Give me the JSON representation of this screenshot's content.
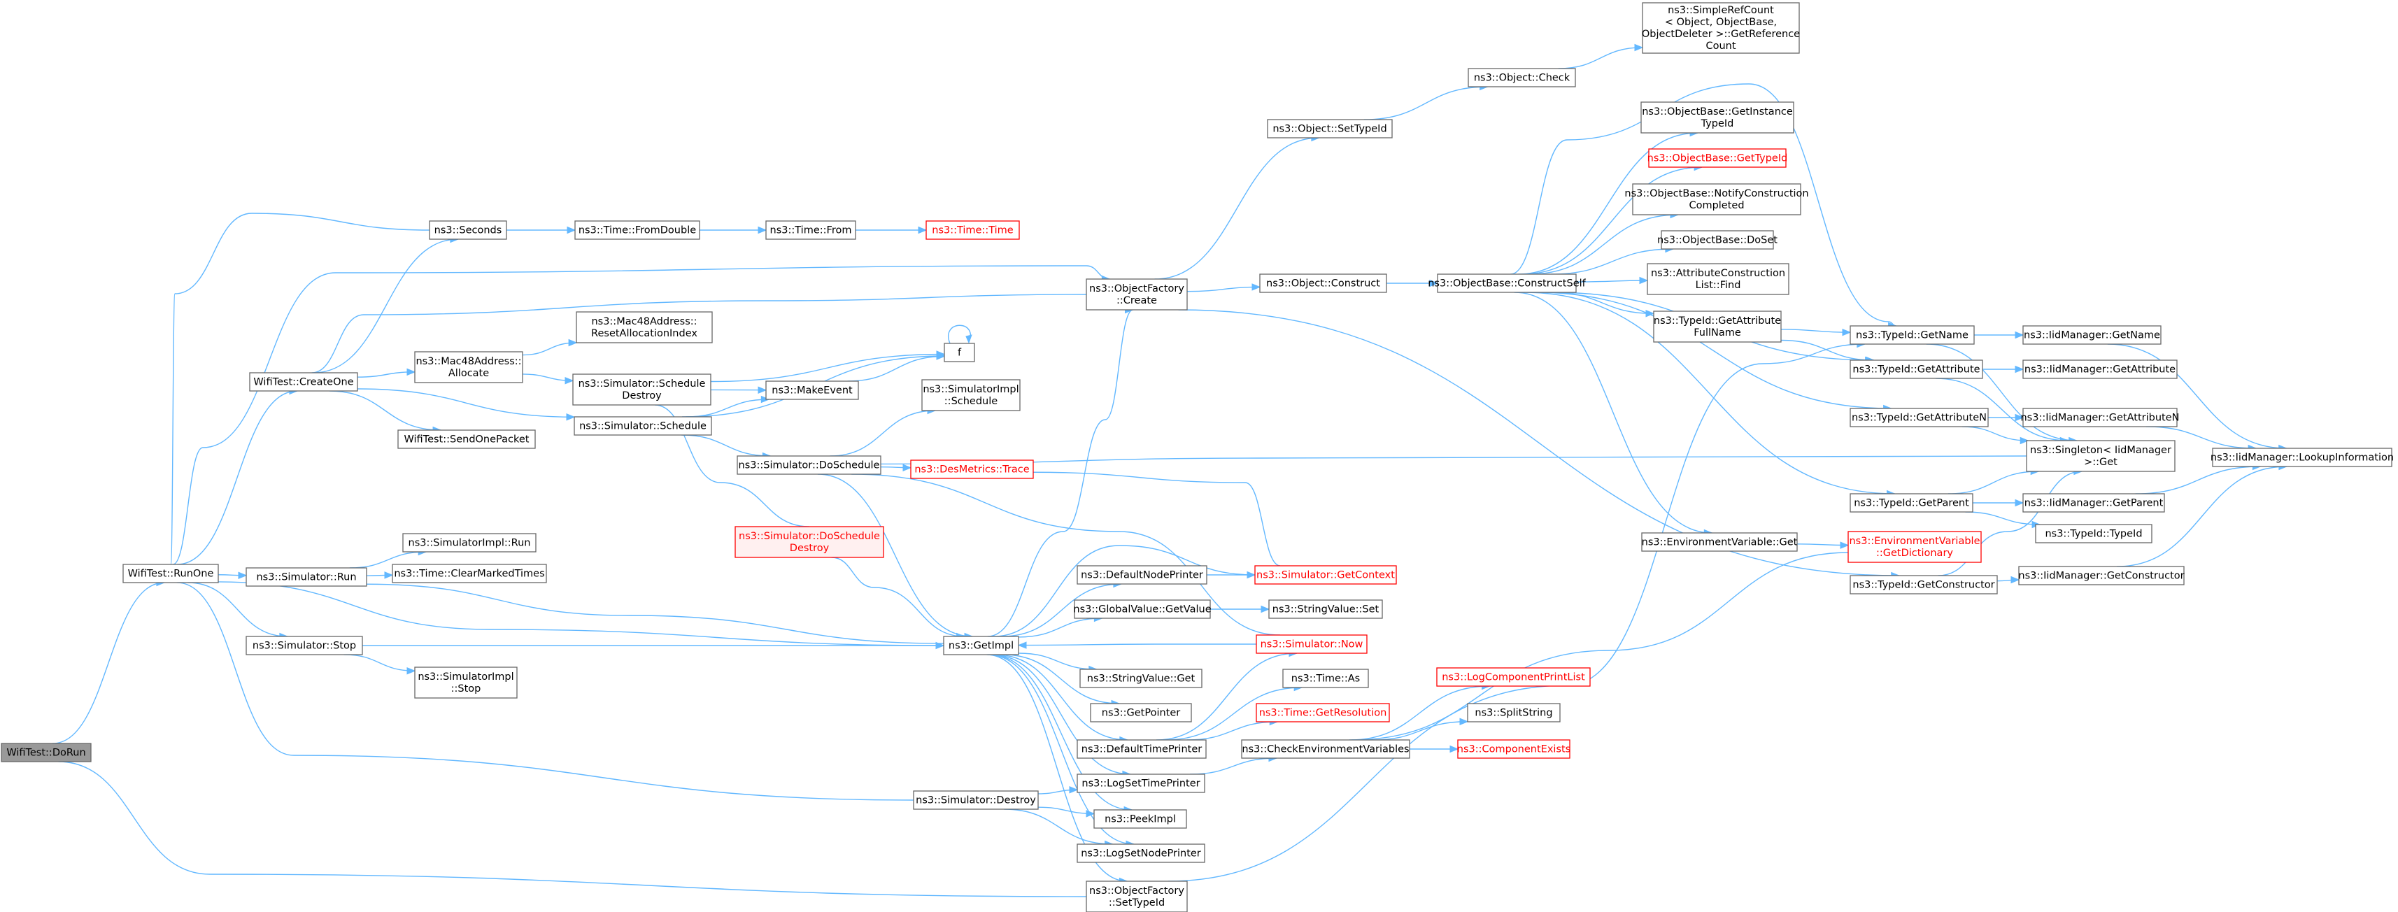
{
  "diagram": {
    "type": "call-graph",
    "colors": {
      "edge": "#63b8ff",
      "node_border": "#666666",
      "root_fill": "#999999",
      "incomplete_text": "#ff0000"
    },
    "nodes": [
      {
        "id": "dorun",
        "lines": [
          "WifiTest::DoRun"
        ],
        "style": "root"
      },
      {
        "id": "runone",
        "lines": [
          "WifiTest::RunOne"
        ]
      },
      {
        "id": "createone",
        "lines": [
          "WifiTest::CreateOne"
        ]
      },
      {
        "id": "seconds",
        "lines": [
          "ns3::Seconds"
        ]
      },
      {
        "id": "fromdouble",
        "lines": [
          "ns3::Time::FromDouble"
        ]
      },
      {
        "id": "timefrom",
        "lines": [
          "ns3::Time::From"
        ]
      },
      {
        "id": "timetime",
        "lines": [
          "ns3::Time::Time"
        ],
        "style": "red"
      },
      {
        "id": "objfactcreate",
        "lines": [
          "ns3::ObjectFactory",
          "::Create"
        ]
      },
      {
        "id": "objsettypeid",
        "lines": [
          "ns3::Object::SetTypeId"
        ]
      },
      {
        "id": "objcheck",
        "lines": [
          "ns3::Object::Check"
        ]
      },
      {
        "id": "simplerefcount",
        "lines": [
          "ns3::SimpleRefCount",
          "< Object, ObjectBase,",
          "ObjectDeleter >::GetReference",
          "Count"
        ]
      },
      {
        "id": "objconstruct",
        "lines": [
          "ns3::Object::Construct"
        ]
      },
      {
        "id": "constructself",
        "lines": [
          "ns3::ObjectBase::ConstructSelf"
        ]
      },
      {
        "id": "getinstancetypeid",
        "lines": [
          "ns3::ObjectBase::GetInstance",
          "TypeId"
        ]
      },
      {
        "id": "obgettypeid",
        "lines": [
          "ns3::ObjectBase::GetTypeId"
        ],
        "style": "red"
      },
      {
        "id": "notifyconstruction",
        "lines": [
          "ns3::ObjectBase::NotifyConstruction",
          "Completed"
        ]
      },
      {
        "id": "doset",
        "lines": [
          "ns3::ObjectBase::DoSet"
        ]
      },
      {
        "id": "attrconstructfind",
        "lines": [
          "ns3::AttributeConstruction",
          "List::Find"
        ]
      },
      {
        "id": "getattrfullname",
        "lines": [
          "ns3::TypeId::GetAttribute",
          "FullName"
        ]
      },
      {
        "id": "typeidgetname",
        "lines": [
          "ns3::TypeId::GetName"
        ]
      },
      {
        "id": "iidgetname",
        "lines": [
          "ns3::IidManager::GetName"
        ]
      },
      {
        "id": "typeidgetattribute",
        "lines": [
          "ns3::TypeId::GetAttribute"
        ]
      },
      {
        "id": "iidgetattribute",
        "lines": [
          "ns3::IidManager::GetAttribute"
        ]
      },
      {
        "id": "typeidgetattributen",
        "lines": [
          "ns3::TypeId::GetAttributeN"
        ]
      },
      {
        "id": "iidgetattributen",
        "lines": [
          "ns3::IidManager::GetAttributeN"
        ]
      },
      {
        "id": "singletonget",
        "lines": [
          "ns3::Singleton< IidManager",
          ">::Get"
        ]
      },
      {
        "id": "lookupinfo",
        "lines": [
          "ns3::IidManager::LookupInformation"
        ]
      },
      {
        "id": "typeidgetparent",
        "lines": [
          "ns3::TypeId::GetParent"
        ]
      },
      {
        "id": "iidgetparent",
        "lines": [
          "ns3::IidManager::GetParent"
        ]
      },
      {
        "id": "typeidtypeid",
        "lines": [
          "ns3::TypeId::TypeId"
        ]
      },
      {
        "id": "envvarget",
        "lines": [
          "ns3::EnvironmentVariable::Get"
        ]
      },
      {
        "id": "envgetdict",
        "lines": [
          "ns3::EnvironmentVariable",
          "::GetDictionary"
        ],
        "style": "red"
      },
      {
        "id": "typeidgetconstructor",
        "lines": [
          "ns3::TypeId::GetConstructor"
        ]
      },
      {
        "id": "iidgetconstructor",
        "lines": [
          "ns3::IidManager::GetConstructor"
        ]
      },
      {
        "id": "mac48allocate",
        "lines": [
          "ns3::Mac48Address::",
          "Allocate"
        ]
      },
      {
        "id": "mac48reset",
        "lines": [
          "ns3::Mac48Address::",
          "ResetAllocationIndex"
        ]
      },
      {
        "id": "simschedestroy",
        "lines": [
          "ns3::Simulator::Schedule",
          "Destroy"
        ]
      },
      {
        "id": "f",
        "lines": [
          "f"
        ]
      },
      {
        "id": "makeevent",
        "lines": [
          "ns3::MakeEvent"
        ]
      },
      {
        "id": "simschedule",
        "lines": [
          "ns3::Simulator::Schedule"
        ]
      },
      {
        "id": "simimplschedule",
        "lines": [
          "ns3::SimulatorImpl",
          "::Schedule"
        ]
      },
      {
        "id": "sendonepacket",
        "lines": [
          "WifiTest::SendOnePacket"
        ]
      },
      {
        "id": "simdoschedule",
        "lines": [
          "ns3::Simulator::DoSchedule"
        ]
      },
      {
        "id": "desmetricstrace",
        "lines": [
          "ns3::DesMetrics::Trace"
        ],
        "style": "red"
      },
      {
        "id": "simdoscheddestroy",
        "lines": [
          "ns3::Simulator::DoSchedule",
          "Destroy"
        ],
        "style": "trunc"
      },
      {
        "id": "simimplrun",
        "lines": [
          "ns3::SimulatorImpl::Run"
        ]
      },
      {
        "id": "simrun",
        "lines": [
          "ns3::Simulator::Run"
        ]
      },
      {
        "id": "clearmarked",
        "lines": [
          "ns3::Time::ClearMarkedTimes"
        ]
      },
      {
        "id": "simstop",
        "lines": [
          "ns3::Simulator::Stop"
        ]
      },
      {
        "id": "simimplstop",
        "lines": [
          "ns3::SimulatorImpl",
          "::Stop"
        ]
      },
      {
        "id": "getimpl",
        "lines": [
          "ns3::GetImpl"
        ]
      },
      {
        "id": "defaultnodeprinter",
        "lines": [
          "ns3::DefaultNodePrinter"
        ]
      },
      {
        "id": "simgetcontext",
        "lines": [
          "ns3::Simulator::GetContext"
        ],
        "style": "red"
      },
      {
        "id": "globalvaluegetvalue",
        "lines": [
          "ns3::GlobalValue::GetValue"
        ]
      },
      {
        "id": "stringvalueset",
        "lines": [
          "ns3::StringValue::Set"
        ]
      },
      {
        "id": "simnow",
        "lines": [
          "ns3::Simulator::Now"
        ],
        "style": "red"
      },
      {
        "id": "stringvalueget",
        "lines": [
          "ns3::StringValue::Get"
        ]
      },
      {
        "id": "timeas",
        "lines": [
          "ns3::Time::As"
        ]
      },
      {
        "id": "getpointer",
        "lines": [
          "ns3::GetPointer"
        ]
      },
      {
        "id": "timegetresolution",
        "lines": [
          "ns3::Time::GetResolution"
        ],
        "style": "red"
      },
      {
        "id": "defaulttimeprinter",
        "lines": [
          "ns3::DefaultTimePrinter"
        ]
      },
      {
        "id": "checkenvvars",
        "lines": [
          "ns3::CheckEnvironmentVariables"
        ]
      },
      {
        "id": "logcompprintlist",
        "lines": [
          "ns3::LogComponentPrintList"
        ],
        "style": "red"
      },
      {
        "id": "splitstring",
        "lines": [
          "ns3::SplitString"
        ]
      },
      {
        "id": "componentexists",
        "lines": [
          "ns3::ComponentExists"
        ],
        "style": "red"
      },
      {
        "id": "simdestroy",
        "lines": [
          "ns3::Simulator::Destroy"
        ]
      },
      {
        "id": "logsettimeprinter",
        "lines": [
          "ns3::LogSetTimePrinter"
        ]
      },
      {
        "id": "peekimpl",
        "lines": [
          "ns3::PeekImpl"
        ]
      },
      {
        "id": "logsetnodeprinter",
        "lines": [
          "ns3::LogSetNodePrinter"
        ]
      },
      {
        "id": "objfactsettypeid",
        "lines": [
          "ns3::ObjectFactory",
          "::SetTypeId"
        ]
      }
    ],
    "edges": [
      [
        "dorun",
        "runone"
      ],
      [
        "dorun",
        "objfactsettypeid"
      ],
      [
        "runone",
        "createone"
      ],
      [
        "runone",
        "seconds"
      ],
      [
        "runone",
        "objfactcreate"
      ],
      [
        "runone",
        "simrun"
      ],
      [
        "runone",
        "simstop"
      ],
      [
        "runone",
        "getimpl"
      ],
      [
        "runone",
        "simdestroy"
      ],
      [
        "createone",
        "seconds"
      ],
      [
        "createone",
        "objfactcreate"
      ],
      [
        "createone",
        "mac48allocate"
      ],
      [
        "createone",
        "simschedule"
      ],
      [
        "createone",
        "sendonepacket"
      ],
      [
        "seconds",
        "fromdouble"
      ],
      [
        "fromdouble",
        "timefrom"
      ],
      [
        "timefrom",
        "timetime"
      ],
      [
        "objfactcreate",
        "objsettypeid"
      ],
      [
        "objfactcreate",
        "objconstruct"
      ],
      [
        "objfactcreate",
        "typeidgetconstructor"
      ],
      [
        "objsettypeid",
        "objcheck"
      ],
      [
        "objcheck",
        "simplerefcount"
      ],
      [
        "objconstruct",
        "constructself"
      ],
      [
        "constructself",
        "typeidgetname"
      ],
      [
        "constructself",
        "getinstancetypeid"
      ],
      [
        "constructself",
        "obgettypeid"
      ],
      [
        "constructself",
        "notifyconstruction"
      ],
      [
        "constructself",
        "doset"
      ],
      [
        "constructself",
        "attrconstructfind"
      ],
      [
        "constructself",
        "getattrfullname"
      ],
      [
        "constructself",
        "typeidgetattribute"
      ],
      [
        "constructself",
        "typeidgetattributen"
      ],
      [
        "constructself",
        "typeidgetparent"
      ],
      [
        "constructself",
        "envvarget"
      ],
      [
        "getattrfullname",
        "typeidgetname"
      ],
      [
        "getattrfullname",
        "typeidgetattribute"
      ],
      [
        "typeidgetname",
        "iidgetname"
      ],
      [
        "typeidgetname",
        "singletonget"
      ],
      [
        "typeidgetattribute",
        "iidgetattribute"
      ],
      [
        "typeidgetattribute",
        "singletonget"
      ],
      [
        "typeidgetattributen",
        "iidgetattributen"
      ],
      [
        "typeidgetattributen",
        "singletonget"
      ],
      [
        "iidgetname",
        "lookupinfo"
      ],
      [
        "iidgetattributen",
        "lookupinfo"
      ],
      [
        "iidgetparent",
        "lookupinfo"
      ],
      [
        "iidgetconstructor",
        "lookupinfo"
      ],
      [
        "typeidgetparent",
        "singletonget"
      ],
      [
        "typeidgetparent",
        "iidgetparent"
      ],
      [
        "typeidgetparent",
        "typeidtypeid"
      ],
      [
        "envvarget",
        "envgetdict"
      ],
      [
        "typeidgetconstructor",
        "singletonget"
      ],
      [
        "typeidgetconstructor",
        "iidgetconstructor"
      ],
      [
        "mac48allocate",
        "mac48reset"
      ],
      [
        "mac48allocate",
        "simschedestroy"
      ],
      [
        "simschedestroy",
        "f"
      ],
      [
        "simschedestroy",
        "makeevent"
      ],
      [
        "simschedestroy",
        "simdoscheddestroy"
      ],
      [
        "makeevent",
        "f"
      ],
      [
        "f",
        "f"
      ],
      [
        "simschedule",
        "makeevent"
      ],
      [
        "simschedule",
        "f"
      ],
      [
        "simschedule",
        "simdoschedule"
      ],
      [
        "simdoschedule",
        "simimplschedule"
      ],
      [
        "simdoschedule",
        "desmetricstrace"
      ],
      [
        "simdoschedule",
        "singletonget"
      ],
      [
        "simdoschedule",
        "getimpl"
      ],
      [
        "simdoschedule",
        "simnow"
      ],
      [
        "desmetricstrace",
        "simgetcontext"
      ],
      [
        "simdoscheddestroy",
        "getimpl"
      ],
      [
        "simrun",
        "simimplrun"
      ],
      [
        "simrun",
        "clearmarked"
      ],
      [
        "simrun",
        "getimpl"
      ],
      [
        "simstop",
        "simimplstop"
      ],
      [
        "simstop",
        "getimpl"
      ],
      [
        "getimpl",
        "objfactcreate"
      ],
      [
        "getimpl",
        "defaultnodeprinter"
      ],
      [
        "getimpl",
        "simgetcontext"
      ],
      [
        "getimpl",
        "globalvaluegetvalue"
      ],
      [
        "getimpl",
        "stringvalueget"
      ],
      [
        "getimpl",
        "getpointer"
      ],
      [
        "getimpl",
        "defaulttimeprinter"
      ],
      [
        "getimpl",
        "logsettimeprinter"
      ],
      [
        "getimpl",
        "peekimpl"
      ],
      [
        "getimpl",
        "logsetnodeprinter"
      ],
      [
        "getimpl",
        "objfactsettypeid"
      ],
      [
        "defaultnodeprinter",
        "simgetcontext"
      ],
      [
        "globalvaluegetvalue",
        "stringvalueset"
      ],
      [
        "defaulttimeprinter",
        "simnow"
      ],
      [
        "defaulttimeprinter",
        "timeas"
      ],
      [
        "defaulttimeprinter",
        "timegetresolution"
      ],
      [
        "simnow",
        "getimpl"
      ],
      [
        "logsettimeprinter",
        "checkenvvars"
      ],
      [
        "checkenvvars",
        "envgetdict"
      ],
      [
        "checkenvvars",
        "logcompprintlist"
      ],
      [
        "checkenvvars",
        "splitstring"
      ],
      [
        "checkenvvars",
        "componentexists"
      ],
      [
        "simdestroy",
        "logsettimeprinter"
      ],
      [
        "simdestroy",
        "peekimpl"
      ],
      [
        "simdestroy",
        "logsetnodeprinter"
      ],
      [
        "objfactsettypeid",
        "typeidgetname"
      ]
    ]
  }
}
